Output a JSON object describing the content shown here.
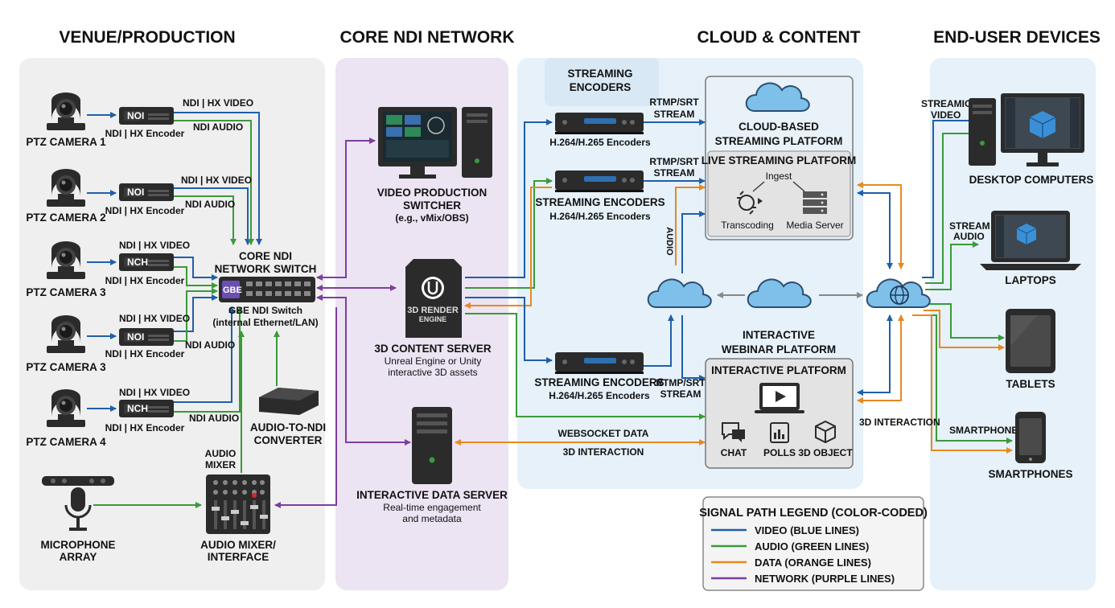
{
  "sections": {
    "venue": "VENUE/PRODUCTION",
    "core": "CORE NDI NETWORK",
    "cloud": "CLOUD & CONTENT",
    "end": "END-USER DEVICES"
  },
  "venue": {
    "cameras": [
      {
        "name": "PTZ CAMERA 1",
        "chip": "NOI",
        "encoder": "NDI | HX Encoder",
        "video": "NDI | HX VIDEO",
        "audio": "NDI AUDIO"
      },
      {
        "name": "PTZ CAMERA 2",
        "chip": "NOI",
        "encoder": "NDI | HX Encoder",
        "video": "NDI | HX VIDEO",
        "audio": "NDI AUDIO"
      },
      {
        "name": "PTZ CAMERA 3",
        "chip": "NCH",
        "encoder": "NDI | HX Encoder",
        "video": "NDI | HX VIDEO",
        "audio": ""
      },
      {
        "name": "PTZ CAMERA 3",
        "chip": "NOI",
        "encoder": "NDI | HX Encoder",
        "video": "NDI | HX VIDEO",
        "audio": "NDI AUDIO"
      },
      {
        "name": "PTZ CAMERA 4",
        "chip": "NCH",
        "encoder": "NDI | HX Encoder",
        "video": "NDI | HX VIDEO",
        "audio": "NDI AUDIO"
      }
    ],
    "mic": [
      "MICROPHONE",
      "ARRAY"
    ],
    "mixer_top": [
      "AUDIO",
      "MIXER"
    ],
    "mixer_bottom": [
      "AUDIO MIXER/",
      "INTERFACE"
    ],
    "converter": [
      "AUDIO-TO-NDI",
      "CONVERTER"
    ],
    "switch_title": [
      "CORE NDI",
      "NETWORK SWITCH"
    ],
    "switch_sub": [
      "GBE NDI Switch",
      "(internal Ethernet/LAN)"
    ],
    "switch_chip": "GBE"
  },
  "core": {
    "switcher": [
      "VIDEO PRODUCTION",
      "SWITCHER",
      "(e.g., vMix/OBS)"
    ],
    "render_engine": [
      "3D RENDER",
      "ENGINE"
    ],
    "content_server": [
      "3D CONTENT SERVER",
      "Unreal Engine or Unity",
      "interactive 3D assets"
    ],
    "data_server": [
      "INTERACTIVE DATA SERVER",
      "Real-time engagement",
      "and metadata"
    ]
  },
  "cloud": {
    "encoders_title": [
      "STREAMING",
      "ENCODERS"
    ],
    "encoder_a": "H.264/H.265 Encoders",
    "encoder_b": [
      "STREAMING ENCODERS",
      "H.264/H.265 Encoders"
    ],
    "encoder_c": [
      "STREAMING ENCODERS",
      "H.264/H.265 Encoders"
    ],
    "rtmp_a": [
      "RTMP/SRT",
      "STREAM"
    ],
    "rtmp_b": [
      "RTMP/SRT",
      "STREAM"
    ],
    "rtmp_c": [
      "RTMP/SRT",
      "STREAM"
    ],
    "audio_vertical": "AUDIO",
    "platform_title": [
      "CLOUD-BASED",
      "STREAMING PLATFORM"
    ],
    "live_title": "LIVE STREAMING PLATFORM",
    "ingest": "Ingest",
    "transcoding": "Transcoding",
    "media_server": "Media Server",
    "webinar_title": [
      "INTERACTIVE",
      "WEBINAR PLATFORM"
    ],
    "interactive_title": "INTERACTIVE PLATFORM",
    "chat": "CHAT",
    "polls": "POLLS",
    "object": "3D OBJECT",
    "websocket": "WEBSOCKET DATA",
    "interaction": "3D INTERACTION"
  },
  "end": {
    "desktop": "DESKTOP COMPUTERS",
    "laptops": "LAPTOPS",
    "tablets": "TABLETS",
    "smartphones_label": "SMARTPHONES",
    "smartphones": "SMARTPHONES",
    "stream_video": [
      "STREAMIG",
      "VIDEO"
    ],
    "stream_audio": [
      "STREAM",
      "AUDIO"
    ],
    "interaction": "3D INTERACTION"
  },
  "legend": {
    "title": "SIGNAL PATH LEGEND (COLOR-CODED)",
    "items": [
      {
        "label": "VIDEO (BLUE LINES)",
        "color": "#1f5fa8"
      },
      {
        "label": "AUDIO (GREEN LINES)",
        "color": "#3a9a3a"
      },
      {
        "label": "DATA (ORANGE LINES)",
        "color": "#e8891f"
      },
      {
        "label": "NETWORK (PURPLE LINES)",
        "color": "#7b3fa0"
      }
    ]
  },
  "colors": {
    "video": "#1f5fa8",
    "audio": "#3a9a3a",
    "data": "#e8891f",
    "network": "#7b3fa0",
    "venue_bg": "#efefef",
    "core_bg": "#ece4f2",
    "cloud_bg": "#e6f1fa",
    "end_bg": "#e6f1fa"
  }
}
